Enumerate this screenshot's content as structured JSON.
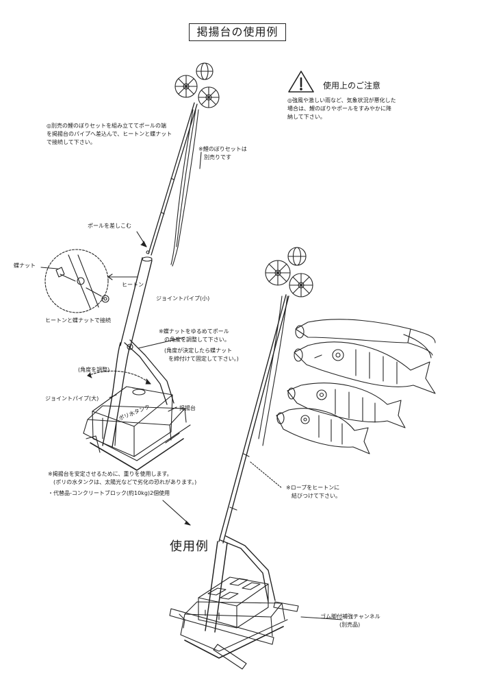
{
  "title": "掲揚台の使用例",
  "caution": {
    "title": "使用上のご注意",
    "lines": [
      "◎強風や激しい雨など、気象状況が悪化した",
      "場合は、鯉のぼりやポールをすみやかに降",
      "納して下さい。"
    ]
  },
  "annotations": {
    "assembly": [
      "◎別売の鯉のぼりセットを組み立ててポールの端",
      "を掲揚台のパイプへ差込んで、ヒートンと蝶ナット",
      "で接続して下さい。"
    ],
    "sold_separately": [
      "※鯉のぼりセットは",
      "別売りです"
    ],
    "insert_pole": "ポールを差しこむ",
    "wing_nut": "蝶ナット",
    "eye_bolt": "ヒートン",
    "connect_detail": "ヒートンと蝶ナットで接続",
    "joint_pipe_small": "ジョイントパイプ(小)",
    "angle_adjust": [
      "※蝶ナットをゆるめてポール",
      "の角度を調整して下さい。",
      "(角度が決定したら蝶ナット",
      "を締付けて固定して下さい。)"
    ],
    "angle_label": "(角度を調整)",
    "joint_pipe_large": "ジョイントパイプ(大)",
    "water_tank": "ポリ水タンク",
    "stand": "掲揚台",
    "weight_note": [
      "※掲揚台を安定させるために、重りを使用します。",
      "(ポリの水タンクは、太陽光などで劣化の恐れがあります。)",
      "・代替品-コンクリートブロック(約10kg)2個使用"
    ],
    "rope_note": [
      "※ロープをヒートンに",
      "結びつけて下さい。"
    ],
    "usage_example": "使用例",
    "channel_note": [
      "ゴム脚付補強チャンネル",
      "(別売品)"
    ]
  }
}
